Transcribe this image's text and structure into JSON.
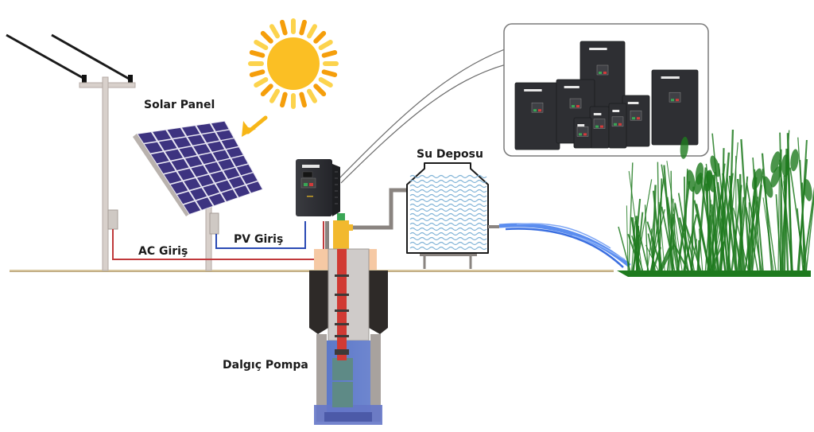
{
  "diagram": {
    "title": "Solar pump system",
    "labels": {
      "solar_panel": "Solar Panel",
      "ac_input": "AC Giriş",
      "pv_input": "PV Giriş",
      "water_tank": "Su Deposu",
      "submersible_pump": "Dalgıç Pompa"
    },
    "components": [
      {
        "id": "power-line",
        "name": "Utility power line pole"
      },
      {
        "id": "sun",
        "name": "Sun"
      },
      {
        "id": "solar-panel",
        "name": "Solar Panel",
        "grid": "6x8 cells"
      },
      {
        "id": "inverter",
        "name": "Solar pump inverter"
      },
      {
        "id": "inverter-product-callout",
        "name": "Inverter product range"
      },
      {
        "id": "water-tank",
        "name": "Su Deposu"
      },
      {
        "id": "well",
        "name": "Dalgıç Pompa"
      },
      {
        "id": "irrigation",
        "name": "Water stream to crops"
      }
    ],
    "colors": {
      "ac_wire": "#c0393b",
      "pv_wire": "#2b4bb5",
      "sun": "#fbbf24",
      "sun_rays_a": "#f59e0b",
      "sun_rays_b": "#fcd34d",
      "panel_cells": "#3d3380",
      "ground": "#c9b48a",
      "water": "#5b8def",
      "grass": "#1e7a1e",
      "inverter": "#2e2f33",
      "pipe": "#8a8480"
    }
  }
}
